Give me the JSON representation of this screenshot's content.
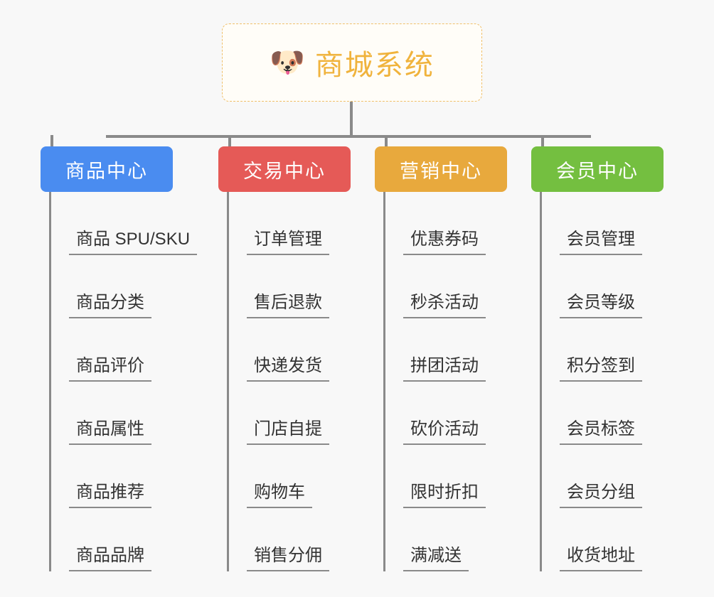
{
  "canvas": {
    "background": "#f8f8f8",
    "connector_color": "#8a8a8a"
  },
  "root": {
    "icon": "dog-face-emoji",
    "icon_glyph": "🐶",
    "title": "商城系统",
    "title_color": "#f0b33d",
    "border_color": "#f0c06a",
    "background": "#fffdf8"
  },
  "columns": [
    {
      "id": "product-center",
      "label": "商品中心",
      "color": "#4a8cf0",
      "items": [
        "商品 SPU/SKU",
        "商品分类",
        "商品评价",
        "商品属性",
        "商品推荐",
        "商品品牌"
      ]
    },
    {
      "id": "trade-center",
      "label": "交易中心",
      "color": "#e55a57",
      "items": [
        "订单管理",
        "售后退款",
        "快递发货",
        "门店自提",
        "购物车",
        "销售分佣"
      ]
    },
    {
      "id": "marketing-center",
      "label": "营销中心",
      "color": "#e8a93d",
      "items": [
        "优惠券码",
        "秒杀活动",
        "拼团活动",
        "砍价活动",
        "限时折扣",
        "满减送"
      ]
    },
    {
      "id": "member-center",
      "label": "会员中心",
      "color": "#74bf40",
      "items": [
        "会员管理",
        "会员等级",
        "积分签到",
        "会员标签",
        "会员分组",
        "收货地址"
      ]
    }
  ]
}
